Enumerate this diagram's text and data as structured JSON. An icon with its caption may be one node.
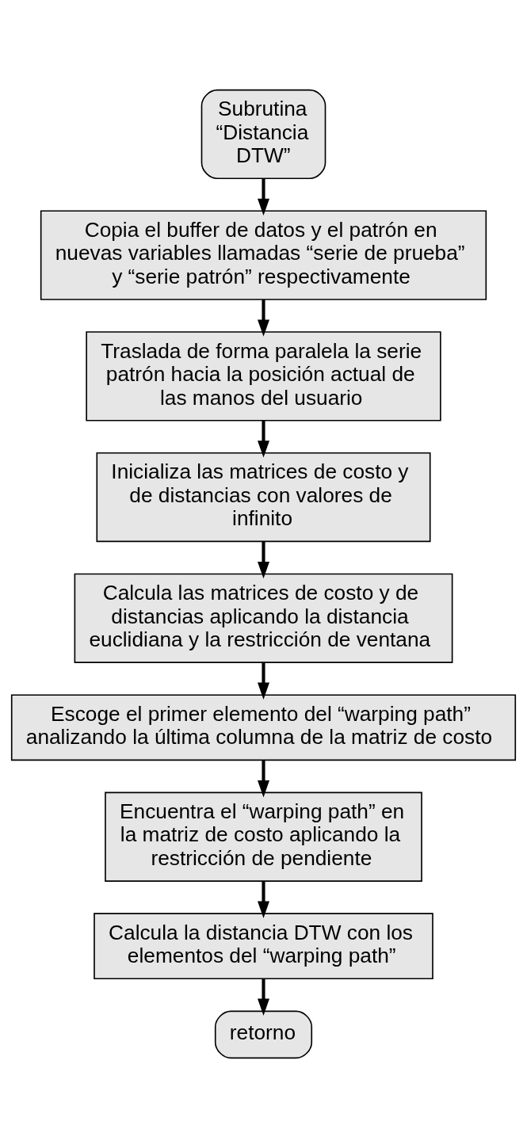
{
  "diagram": {
    "nodes": [
      {
        "text": [
          "Subrutina “Distancia DTW”"
        ]
      },
      {
        "text": [
          "Copia el buffer de datos y el patrón en nuevas variables llamadas “serie de prueba” y “serie patrón” respectivamente"
        ]
      },
      {
        "text": [
          "Traslada de forma paralela la serie patrón hacia la posición actual de las manos del usuario"
        ]
      },
      {
        "text": [
          "Inicializa las matrices de costo y de distancias con valores de infinito"
        ]
      },
      {
        "text": [
          "Calcula las matrices de costo y de distancias aplicando la distancia euclidiana y la restricción de ventana"
        ]
      },
      {
        "text": [
          "Escoge el primer elemento del “warping path” analizando la última columna de la matriz de costo"
        ]
      },
      {
        "text": [
          "Encuentra el “warping path” en la matriz de costo aplicando la restricción de pendiente"
        ]
      },
      {
        "text": [
          "Calcula la distancia DTW con los elementos del “warping path”"
        ]
      },
      {
        "text": [
          "retorno"
        ]
      }
    ],
    "edges": [
      {
        "from": 0,
        "to": 1,
        "arrow": "to"
      },
      {
        "from": 1,
        "to": 2,
        "arrow": "to"
      },
      {
        "from": 2,
        "to": 3,
        "arrow": "to"
      },
      {
        "from": 3,
        "to": 4,
        "arrow": "to"
      },
      {
        "from": 4,
        "to": 5,
        "arrow": "to"
      },
      {
        "from": 5,
        "to": 6,
        "arrow": "to"
      },
      {
        "from": 6,
        "to": 7,
        "arrow": "to"
      },
      {
        "from": 7,
        "to": 8,
        "arrow": "to"
      }
    ]
  }
}
